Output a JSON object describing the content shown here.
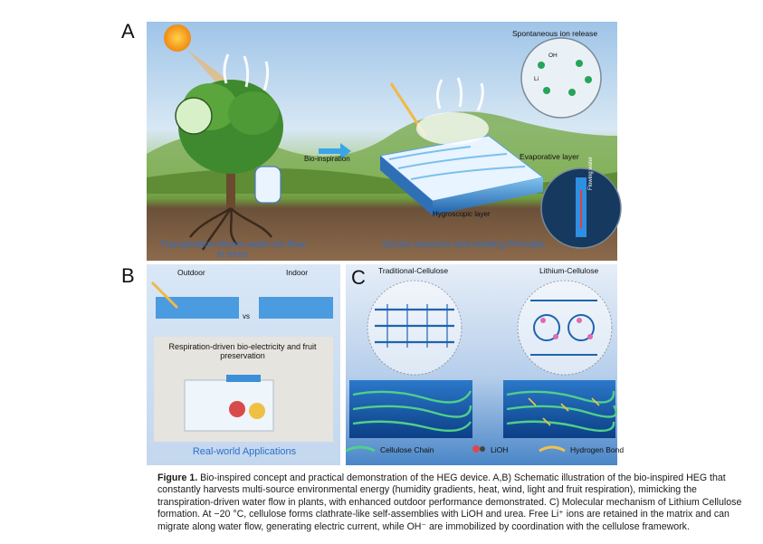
{
  "panels": {
    "a_letter": "A",
    "b_letter": "B",
    "c_letter": "C"
  },
  "panel_a": {
    "spontaneous_ion_release": "Spontaneous ion release",
    "bio_inspiration": "Bio-inspiration",
    "evaporative_layer": "Evaporative layer",
    "hygroscopic_layer": "Hygroscopic layer",
    "transpiration_title": "Transpiration-driven water ion flow in trees",
    "device_title": "Device structure and working Principle",
    "oh_label": "OH",
    "li_label": "Li",
    "flowing_water": "Flowing water"
  },
  "panel_b": {
    "outdoor": "Outdoor",
    "indoor": "Indoor",
    "vs": "vs",
    "respiration_title": "Respiration-driven bio-electricity and fruit preservation",
    "footer": "Real-world Applications"
  },
  "panel_c": {
    "traditional": "Traditional-Cellulose",
    "lithium": "Lithium-Cellulose",
    "legend_cellulose": "Cellulose Chain",
    "legend_lioh": "LiOH",
    "legend_hbond": "Hydrogen Bond"
  },
  "caption": {
    "label": "Figure 1.",
    "text": " Bio-inspired concept and practical demonstration of the HEG device. A,B) Schematic illustration of the bio-inspired HEG that constantly harvests multi-source environmental energy (humidity gradients, heat, wind, light and fruit respiration), mimicking the transpiration-driven water flow in plants, with enhanced outdoor performance demonstrated. C) Molecular mechanism of Lithium Cellulose formation. At −20 °C, cellulose forms clathrate-like self-assemblies with LiOH and urea. Free Li⁺ ions are retained in the matrix and can migrate along water flow, generating electric current, while OH⁻ are immobilized by coordination with the cellulose framework."
  },
  "colors": {
    "sky": "#bcd6ee",
    "grass": "#6f9b3e",
    "soil": "#7a5a3e",
    "panel_bg": "#cfe0f3",
    "deep_blue": "#2f6fb6",
    "cellulose_green": "#4fd08a",
    "hbond_yellow": "#f2c24a"
  }
}
